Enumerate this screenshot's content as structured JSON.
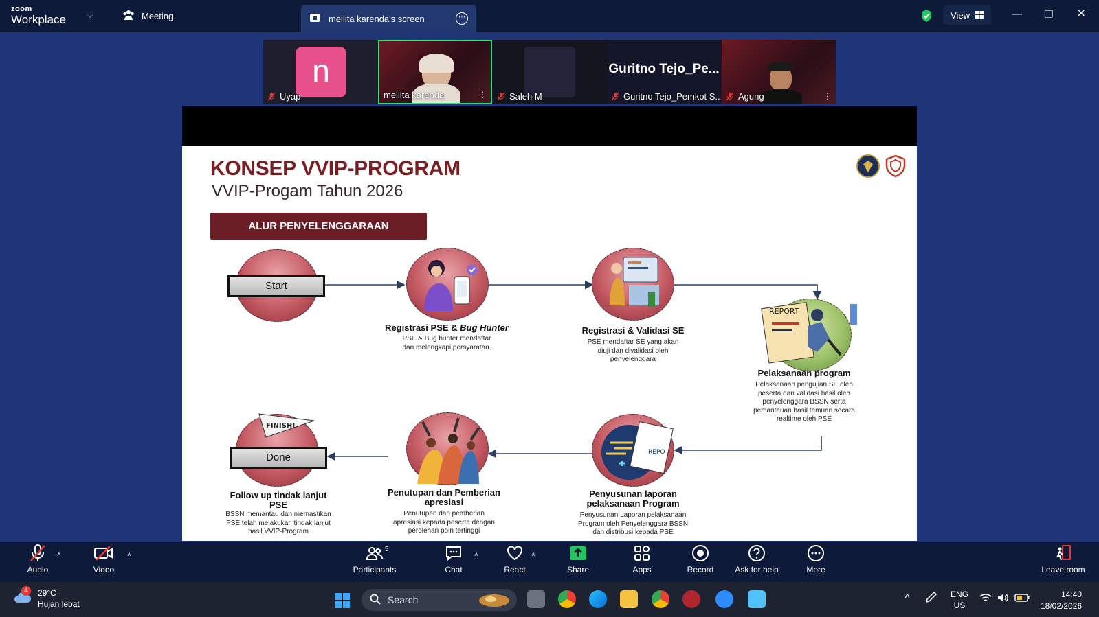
{
  "app": {
    "logo_top": "zoom",
    "logo_bottom": "Workplace",
    "meeting_label": "Meeting",
    "share_tab_label": "meilita karenda's screen",
    "view_label": "View"
  },
  "participants": [
    {
      "name": "Uyap",
      "avatar_letter": "n"
    },
    {
      "name": "meilita karenda"
    },
    {
      "name": "Saleh M"
    },
    {
      "name": "Guritno Tejo_Pemkot S...",
      "big_name": "Guritno  Tejo_Pe..."
    },
    {
      "name": "Agung"
    }
  ],
  "slide": {
    "title": "KONSEP VVIP-PROGRAM",
    "subtitle": "VVIP-Progam Tahun 2026",
    "banner": "ALUR PENYELENGGARAAN",
    "start_label": "Start",
    "done_label": "Done",
    "finish_flag": "FINISH!",
    "report_tag": "REPORT",
    "steps": [
      {
        "title": "Registrasi PSE & Bug Hunter",
        "title_plain": "Registrasi PSE & ",
        "title_italic": "Bug Hunter",
        "desc_lines": [
          "PSE  & Bug hunter mendaftar",
          "dan melengkapi persyaratan."
        ]
      },
      {
        "title": "Registrasi & Validasi SE",
        "desc_lines": [
          "PSE mendaftar SE yang akan",
          "diuji dan divalidasi oleh",
          "penyelenggara"
        ]
      },
      {
        "title": "Pelaksanaan program",
        "desc_lines": [
          "Pelaksanaan pengujian SE oleh",
          "peserta dan validasi hasil oleh",
          "penyelenggara BSSN serta",
          "pemantauan hasil temuan secara",
          "realtime oleh PSE"
        ]
      },
      {
        "title_lines": [
          "Penyusunan laporan",
          "pelaksanaan Program"
        ],
        "desc_lines": [
          "Penyusunan Laporan pelaksanaan",
          "Program oleh Penyelenggara BSSN",
          "dan distribusi kepada PSE"
        ]
      },
      {
        "title_lines": [
          "Penutupan dan Pemberian",
          "apresiasi"
        ],
        "desc_lines": [
          "Penutupan dan pemberian",
          "apresiasi kepada peserta dengan",
          "perolehan poin tertinggi"
        ]
      },
      {
        "title_lines": [
          "Follow up tindak lanjut",
          "PSE"
        ],
        "desc_lines": [
          "BSSN memantau dan memastikan",
          "PSE telah melakukan tindak lanjut",
          "hasil VVIP-Program"
        ]
      }
    ]
  },
  "toolbar": {
    "audio": "Audio",
    "video": "Video",
    "participants": "Participants",
    "participants_count": "5",
    "chat": "Chat",
    "react": "React",
    "share": "Share",
    "apps": "Apps",
    "record": "Record",
    "ask_for_help": "Ask for help",
    "more": "More",
    "leave_room": "Leave room"
  },
  "taskbar": {
    "weather_badge": "4",
    "temperature": "29°C",
    "weather_text": "Hujan lebat",
    "search_placeholder": "Search",
    "lang_top": "ENG",
    "lang_bottom": "US",
    "time": "14:40",
    "date": "18/02/2026"
  },
  "colors": {
    "zoom_blue": "#1f3577",
    "topbar": "#0d1a3a",
    "slide_maroon": "#7a1e22",
    "share_green": "#22c55e",
    "active_speaker": "#2ee07a"
  }
}
